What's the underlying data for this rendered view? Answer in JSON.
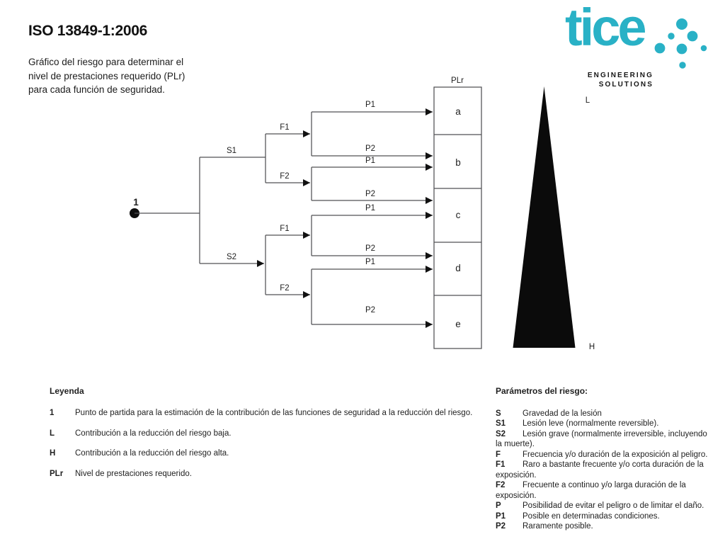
{
  "header": {
    "title": "ISO 13849-1:2006",
    "subtitle_lines": [
      "Gráfico del riesgo para determinar el",
      "nivel de prestaciones requerido (PLr)",
      "para cada función de seguridad."
    ]
  },
  "logo": {
    "wordmark": "tice",
    "tagline_line1": "ENGINEERING",
    "tagline_line2": "SOLUTIONS",
    "accent_color": "#29b1c6"
  },
  "diagram": {
    "start_label": "1",
    "plr_header": "PLr",
    "levels": [
      "a",
      "b",
      "c",
      "d",
      "e"
    ],
    "branch_labels": {
      "s1": "S1",
      "s2": "S2",
      "f1": "F1",
      "f2": "F2",
      "p1": "P1",
      "p2": "P2"
    },
    "scale": {
      "low": "L",
      "high": "H"
    }
  },
  "legend": {
    "heading": "Leyenda",
    "items": [
      {
        "term": "1",
        "text": "Punto de partida para la estimación de la contribución de las funciones de seguridad a la reducción del riesgo."
      },
      {
        "term": "L",
        "text": "Contribución a la reducción del riesgo baja."
      },
      {
        "term": "H",
        "text": "Contribución a la reducción del riesgo alta."
      },
      {
        "term": "PLr",
        "text": "Nivel de prestaciones requerido."
      }
    ]
  },
  "risk_parameters": {
    "heading": "Parámetros del riesgo:",
    "items": [
      {
        "term": "S",
        "text": "Gravedad de la lesión"
      },
      {
        "term": "S1",
        "text": "Lesión leve (normalmente reversible)."
      },
      {
        "term": "S2",
        "text": "Lesión grave (normalmente irreversible, incluyendo la muerte)."
      },
      {
        "term": "F",
        "text": "Frecuencia y/o duración de la exposición al peligro."
      },
      {
        "term": "F1",
        "text": "Raro a bastante frecuente y/o corta duración de la exposición."
      },
      {
        "term": "F2",
        "text": "Frecuente a continuo y/o larga duración de la exposición."
      },
      {
        "term": "P",
        "text": "Posibilidad de evitar el peligro o de limitar el daño."
      },
      {
        "term": "P1",
        "text": "Posible en determinadas condiciones."
      },
      {
        "term": "P2",
        "text": "Raramente posible."
      }
    ]
  }
}
